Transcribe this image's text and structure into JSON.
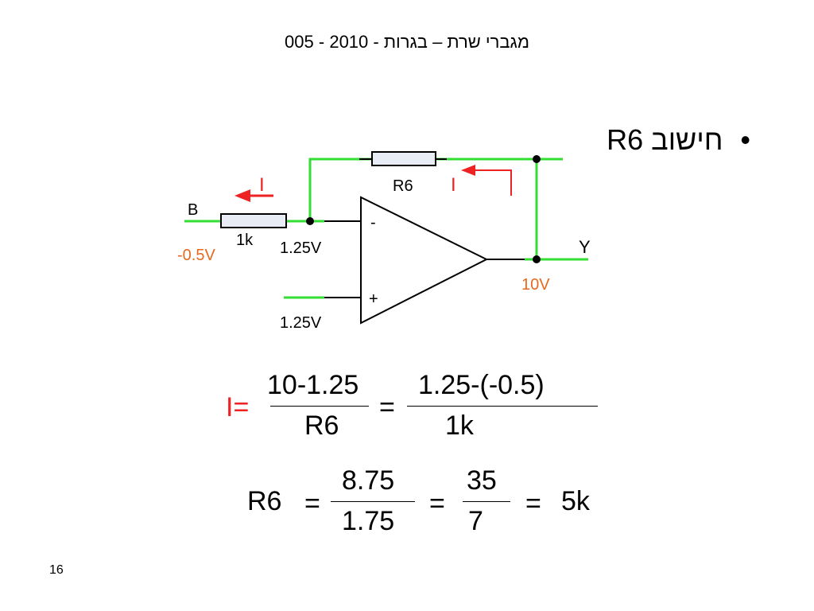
{
  "slide": {
    "title": "מגברי שרת – בגרות  -  2010  -  005",
    "bullet_text": "חישוב R6",
    "bullet_symbol": "•",
    "page_number": "16"
  },
  "circuit": {
    "node_b_label": "B",
    "node_b_voltage": "-0.5V",
    "input_resistor_label": "1k",
    "feedback_resistor_label": "R6",
    "inverting_node_voltage": "1.25V",
    "noninverting_input_voltage": "1.25V",
    "inverting_symbol": "-",
    "noninverting_symbol": "+",
    "output_label": "Y",
    "output_voltage": "10V",
    "current_label_left": "I",
    "current_label_right": "I",
    "colors": {
      "wire": "#33dd33",
      "current": "#ee2222",
      "voltage_orange": "#e66a1e",
      "resistor_fill": "#e8edf5"
    }
  },
  "equations": {
    "eq1": {
      "lhs": "I=",
      "num1": "10-1.25",
      "den1": "R6",
      "equals": "=",
      "num2": "1.25-(-0.5)",
      "den2": "1k"
    },
    "eq2": {
      "lhs": "R6",
      "eq_a": "=",
      "num1": "8.75",
      "den1": "1.75",
      "eq_b": "=",
      "num2": "35",
      "den2": "7",
      "eq_c": "=",
      "result": "5k"
    }
  }
}
